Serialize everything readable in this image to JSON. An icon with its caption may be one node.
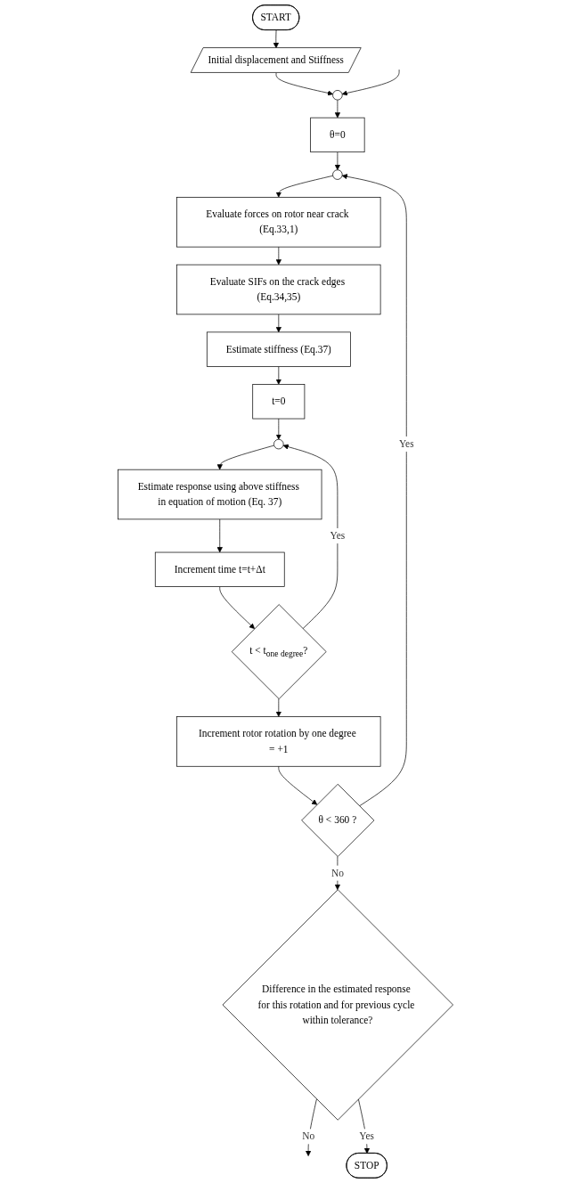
{
  "diagram": {
    "nodes": [
      {
        "text": [
          "START"
        ]
      },
      {
        "text": [
          "Initial displacement and Stiffness"
        ]
      },
      {
        "text": [],
        "shape": "circle"
      },
      {
        "text": [
          "θ=0"
        ]
      },
      {
        "text": [],
        "shape": "circle"
      },
      {
        "text": [
          "Evaluate forces on rotor near crack (Eq.33,1)"
        ]
      },
      {
        "text": [
          "Evaluate SIFs on the crack edges (Eq.34,35)"
        ]
      },
      {
        "text": [
          "Estimate stiffness (Eq.37)"
        ]
      },
      {
        "text": [
          "t=0"
        ]
      },
      {
        "text": [],
        "shape": "circle"
      },
      {
        "text": [
          "Estimate response using above stiffness in equation of motion (Eq. 37)"
        ]
      },
      {
        "text": [
          "Increment time t=t+Δt"
        ]
      },
      {
        "text": [
          "t < t$_{one degree}$?"
        ]
      },
      {
        "text": [
          "Increment rotor rotation by one degree = +1"
        ]
      },
      {
        "text": [
          "θ < 360 ?"
        ]
      },
      {
        "text": [
          "Difference in the estimated response for this rotation and for previous cycle within tolerance?"
        ]
      },
      {
        "text": [
          "STOP"
        ]
      }
    ],
    "edges": [
      {
        "from": 0,
        "to": 1,
        "arrow": "to"
      },
      {
        "from": 1,
        "to": 2,
        "arrow": "to"
      },
      {
        "from": 2,
        "to": 3,
        "arrow": "to"
      },
      {
        "from": 3,
        "to": 4,
        "arrow": "to"
      },
      {
        "from": 4,
        "to": 5,
        "arrow": "to"
      },
      {
        "from": 5,
        "to": 6,
        "arrow": "to"
      },
      {
        "from": 6,
        "to": 7,
        "arrow": "to"
      },
      {
        "from": 7,
        "to": 8,
        "arrow": "to"
      },
      {
        "from": 8,
        "to": 9,
        "arrow": "to"
      },
      {
        "from": 9,
        "to": 10,
        "arrow": "to"
      },
      {
        "from": 10,
        "to": 11,
        "arrow": "to"
      },
      {
        "from": 11,
        "to": 12,
        "arrow": "to"
      },
      {
        "from": 12,
        "to": 9,
        "arrow": "to",
        "label": "Yes"
      },
      {
        "from": 12,
        "to": 13,
        "arrow": "to"
      },
      {
        "from": 13,
        "to": 14,
        "arrow": "to"
      },
      {
        "from": 14,
        "to": 4,
        "arrow": "to",
        "label": "Yes"
      },
      {
        "from": 14,
        "to": 15,
        "arrow": "to",
        "label": "No"
      },
      {
        "from": 15,
        "to": null,
        "arrow": "to",
        "label": "No"
      },
      {
        "from": null,
        "to": 2,
        "arrow": "to"
      },
      {
        "from": 15,
        "to": 16,
        "arrow": "to",
        "label": "Yes"
      }
    ]
  }
}
